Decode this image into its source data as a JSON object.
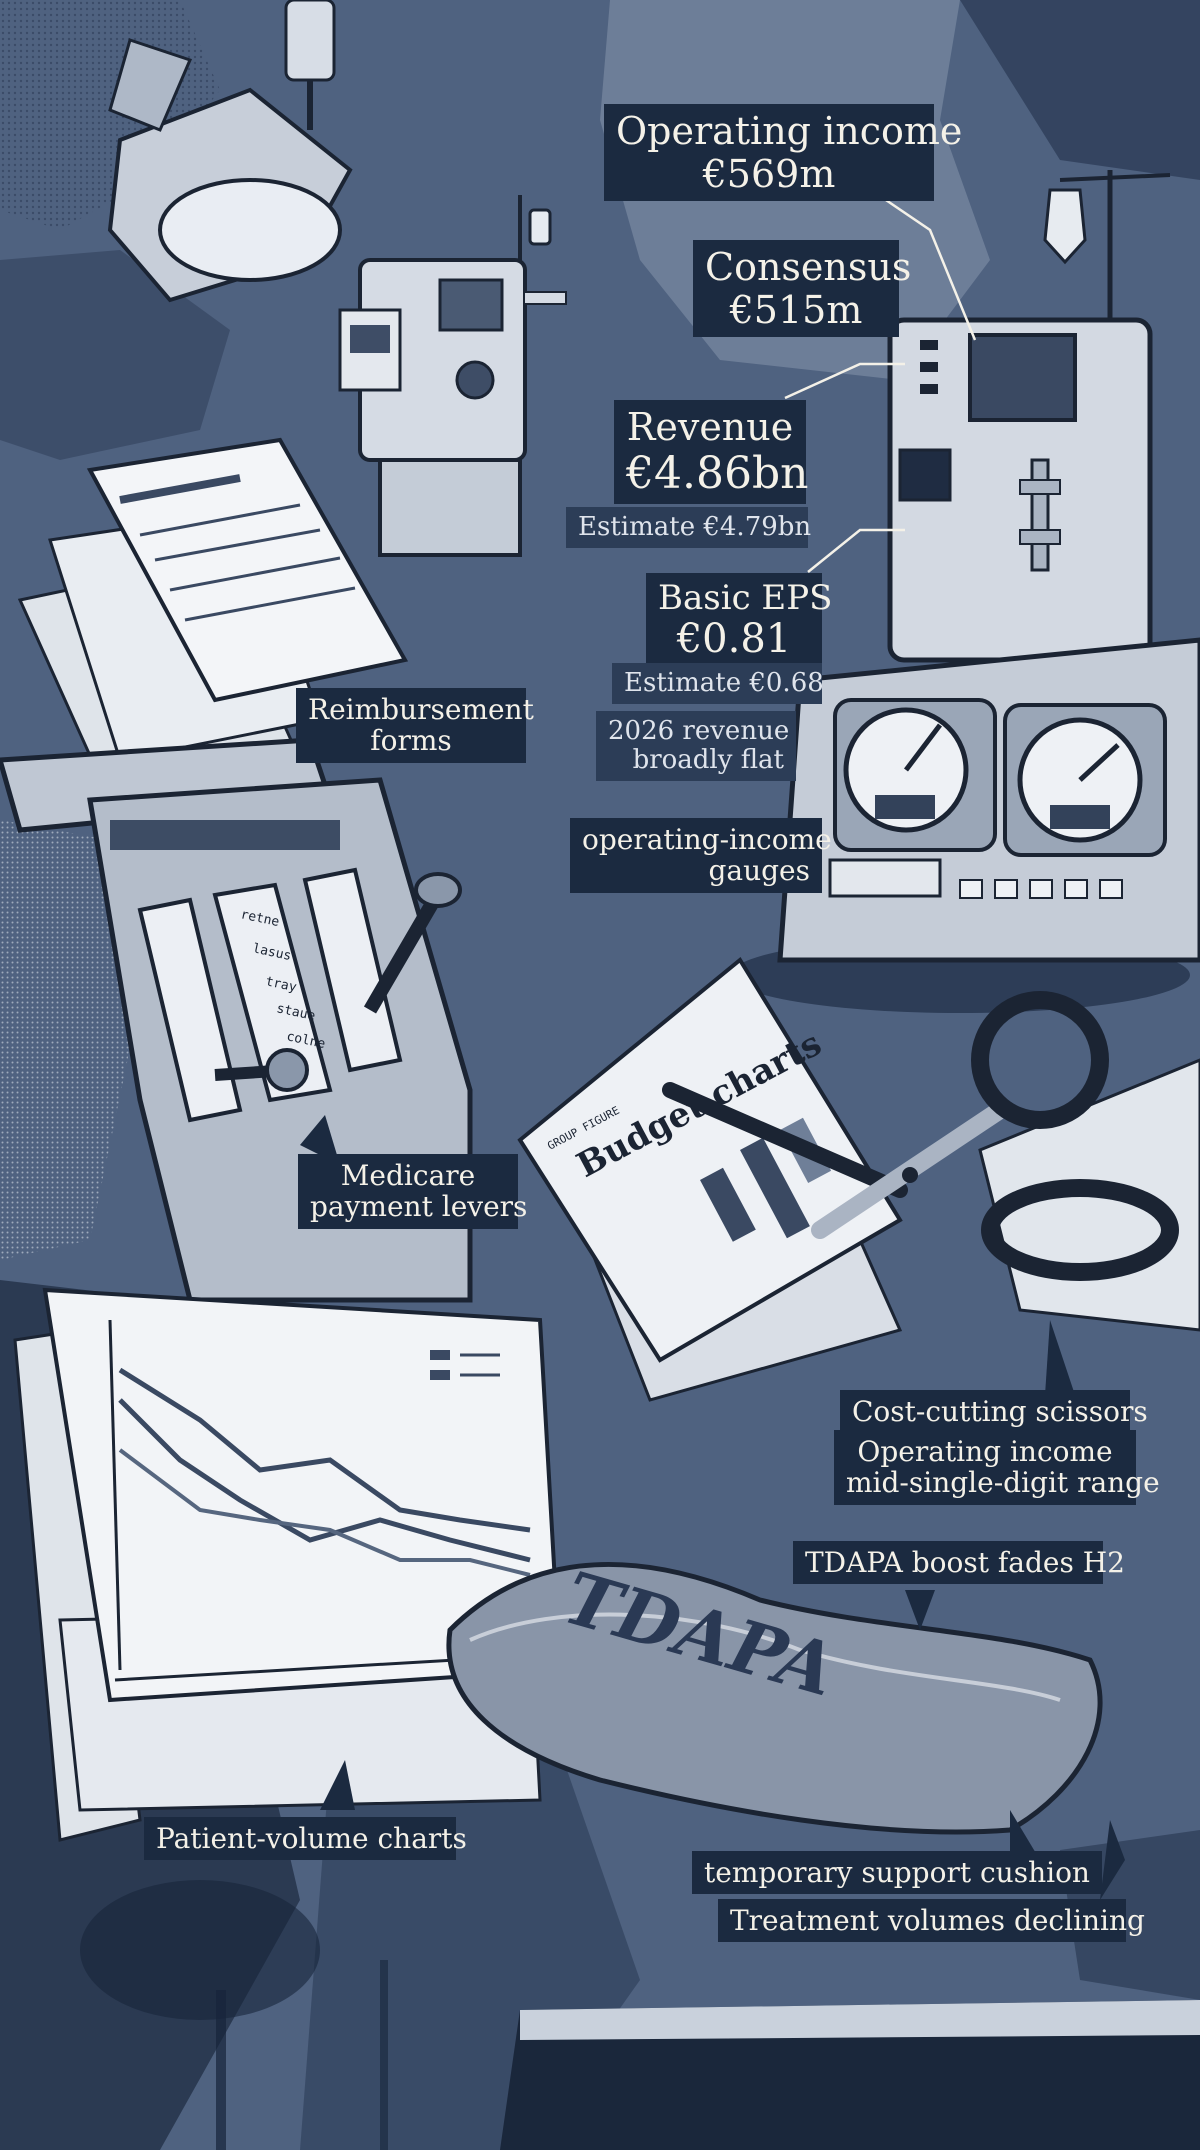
{
  "headline_figures": {
    "operating_income": {
      "label": "Operating income",
      "value": "€569m"
    },
    "consensus": {
      "label": "Consensus",
      "value": "€515m"
    },
    "revenue": {
      "label": "Revenue",
      "value": "€4.86bn",
      "estimate": "Estimate €4.79bn"
    },
    "basic_eps": {
      "label": "Basic EPS",
      "value": "€0.81",
      "estimate": "Estimate €0.68"
    },
    "outlook": {
      "line1": "2026 revenue",
      "line2": "broadly flat"
    }
  },
  "illustration": {
    "newspaper_headline": "Budget charts",
    "newspaper_masthead": "GROUP FIGURE",
    "lever_labels": [
      "retne",
      "lasus",
      "tray",
      "staue",
      "colne"
    ],
    "cushion_text": "TDAPA"
  },
  "callouts": {
    "reimbursement": {
      "line1": "Reimbursement",
      "line2": "forms"
    },
    "gauges": {
      "line1": "operating-income",
      "line2": "gauges"
    },
    "levers": {
      "line1": "Medicare",
      "line2": "payment levers"
    },
    "scissors": "Cost-cutting scissors",
    "guidance": {
      "line1": "Operating income",
      "line2": "mid-single-digit range"
    },
    "tdapa_fade": "TDAPA boost fades H2",
    "patient_charts": "Patient-volume charts",
    "cushion": "temporary support cushion",
    "volumes": "Treatment volumes declining"
  },
  "colors": {
    "background": "#4f6280",
    "label_background": "#1b2a40",
    "label_text": "#f4f1e8",
    "ink": "#1b2433",
    "paper": "#e8ebf0"
  }
}
